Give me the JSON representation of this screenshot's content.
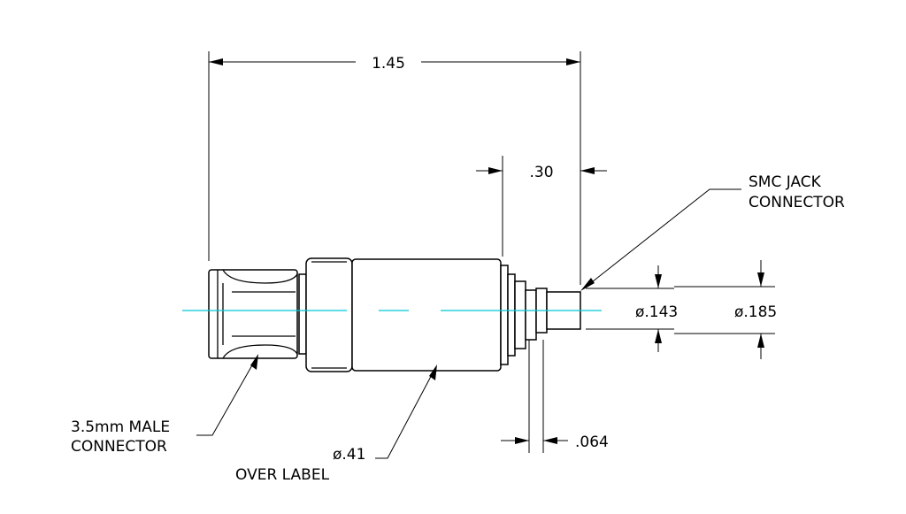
{
  "dimensions": {
    "overall_length": "1.45",
    "jack_length": ".30",
    "flange_thickness": ".064",
    "inner_diameter": "ø.143",
    "outer_diameter": "ø.185"
  },
  "callouts": {
    "smc_jack_line1": "SMC JACK",
    "smc_jack_line2": "CONNECTOR",
    "male_line1": "3.5mm MALE",
    "male_line2": "CONNECTOR",
    "body_line1": "ø.41",
    "body_line2": "OVER LABEL"
  },
  "colors": {
    "line": "#000000",
    "centerline": "#00c8d8",
    "background": "#ffffff"
  }
}
